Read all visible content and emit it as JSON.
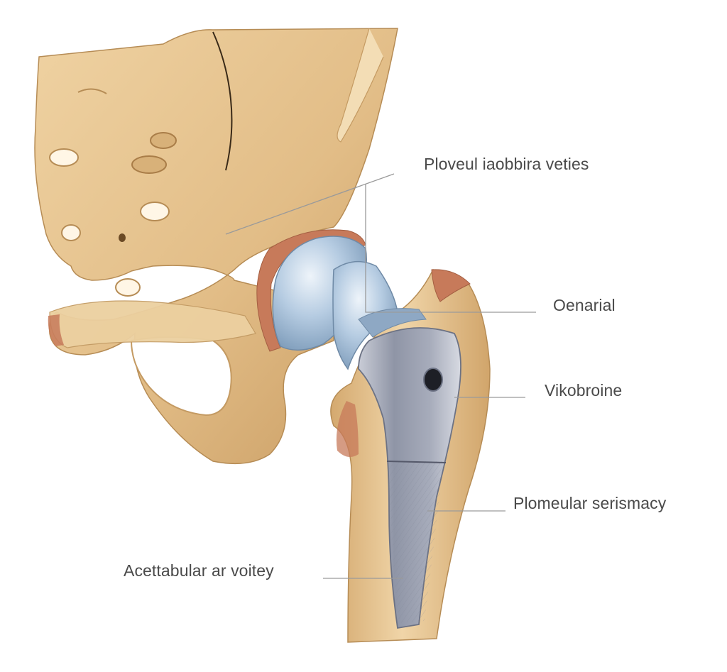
{
  "diagram": {
    "subject": "hip-replacement-implant",
    "labels": [
      {
        "id": "label-top",
        "text": "Ploveul iaobbira veties"
      },
      {
        "id": "label-oenarial",
        "text": "Oenarial"
      },
      {
        "id": "label-vikobroine",
        "text": "Vikobroine"
      },
      {
        "id": "label-femoral-stem",
        "text": "Plomeular serismacy"
      },
      {
        "id": "label-acetabular",
        "text": "Acettabular ar voitey"
      }
    ],
    "colors": {
      "bone": "#e6c795",
      "bone_shadow": "#c9a066",
      "bone_highlight": "#f4e0bd",
      "cartilage": "#c77a5a",
      "implant_blue": "#a9c3dc",
      "implant_metal": "#9aa0b0",
      "leader_line": "#9a9a9a",
      "label_text": "#4a4a4a"
    }
  }
}
